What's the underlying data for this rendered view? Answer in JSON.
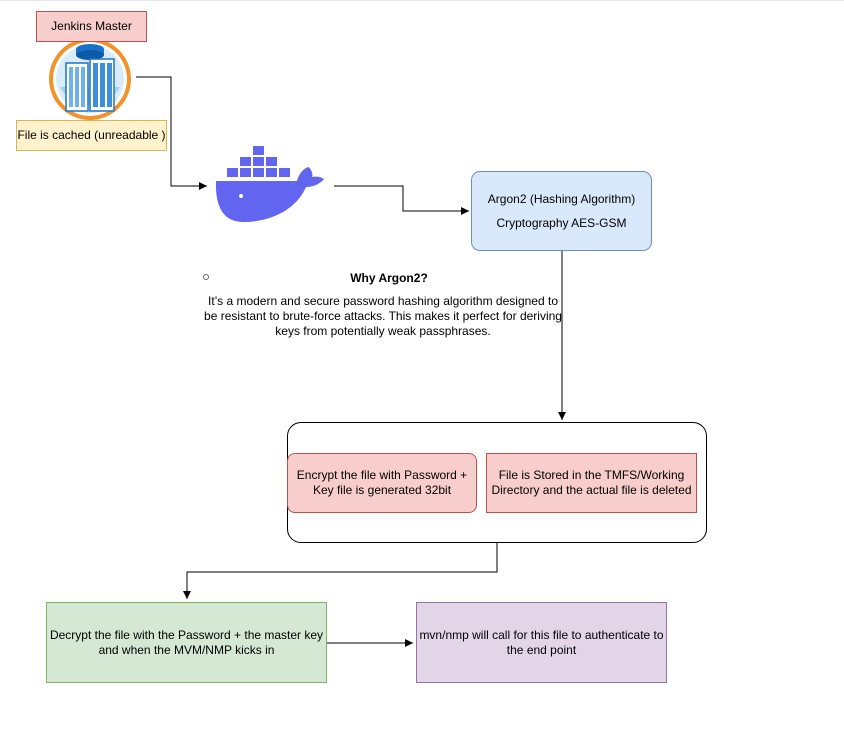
{
  "nodes": {
    "jenkins_master": "Jenkins Master",
    "file_cached": "File is cached (unreadable )",
    "argon_line1": "Argon2 (Hashing Algorithm)",
    "argon_line2": "Cryptography AES-GSM",
    "encrypt": "Encrypt the file with Password + Key file is generated 32bit",
    "stored": "File is Stored in the TMFS/Working Directory and the actual file is deleted",
    "decrypt": "Decrypt the file with the Password + the master key and when the MVM/NMP kicks in",
    "mvn": "mvn/nmp will call for this file to authenticate to the end point"
  },
  "note": {
    "title": "Why Argon2?",
    "body": "It’s a modern and secure password hashing algorithm designed to be resistant to brute-force attacks. This makes it perfect for deriving keys from potentially weak passphrases."
  },
  "icons": {
    "master": "server-stack-icon",
    "docker": "docker-whale-icon"
  },
  "colors": {
    "docker_blue": "#6265f0",
    "jenkins_orange": "#f2922b",
    "jenkins_blue": "#1a73c9"
  }
}
